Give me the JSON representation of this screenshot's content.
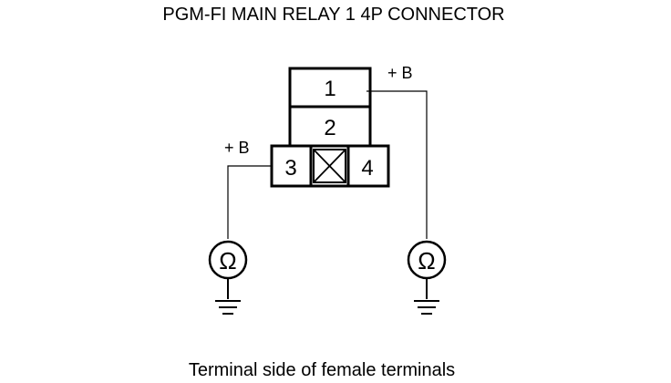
{
  "title": "PGM-FI MAIN RELAY 1 4P CONNECTOR",
  "caption": "Terminal side of female terminals",
  "connector": {
    "pins": [
      "1",
      "2",
      "3",
      "4"
    ]
  },
  "supply_labels": {
    "pin1": "+ B",
    "pin3": "+ B"
  },
  "meters": {
    "left_symbol": "Ω",
    "right_symbol": "Ω"
  },
  "icons": {
    "meter": "ohmmeter-icon",
    "ground": "ground-icon",
    "blank_cavity": "crossed-cavity-icon"
  }
}
